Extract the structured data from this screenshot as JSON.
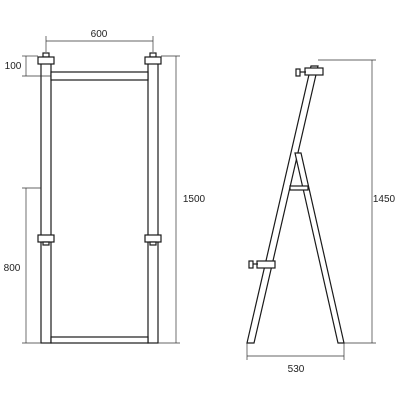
{
  "front_view": {
    "dims": {
      "width": "600",
      "top_offset": "100",
      "height": "1500",
      "clamp_height": "800"
    }
  },
  "side_view": {
    "dims": {
      "height": "1450",
      "base_width": "530"
    }
  }
}
